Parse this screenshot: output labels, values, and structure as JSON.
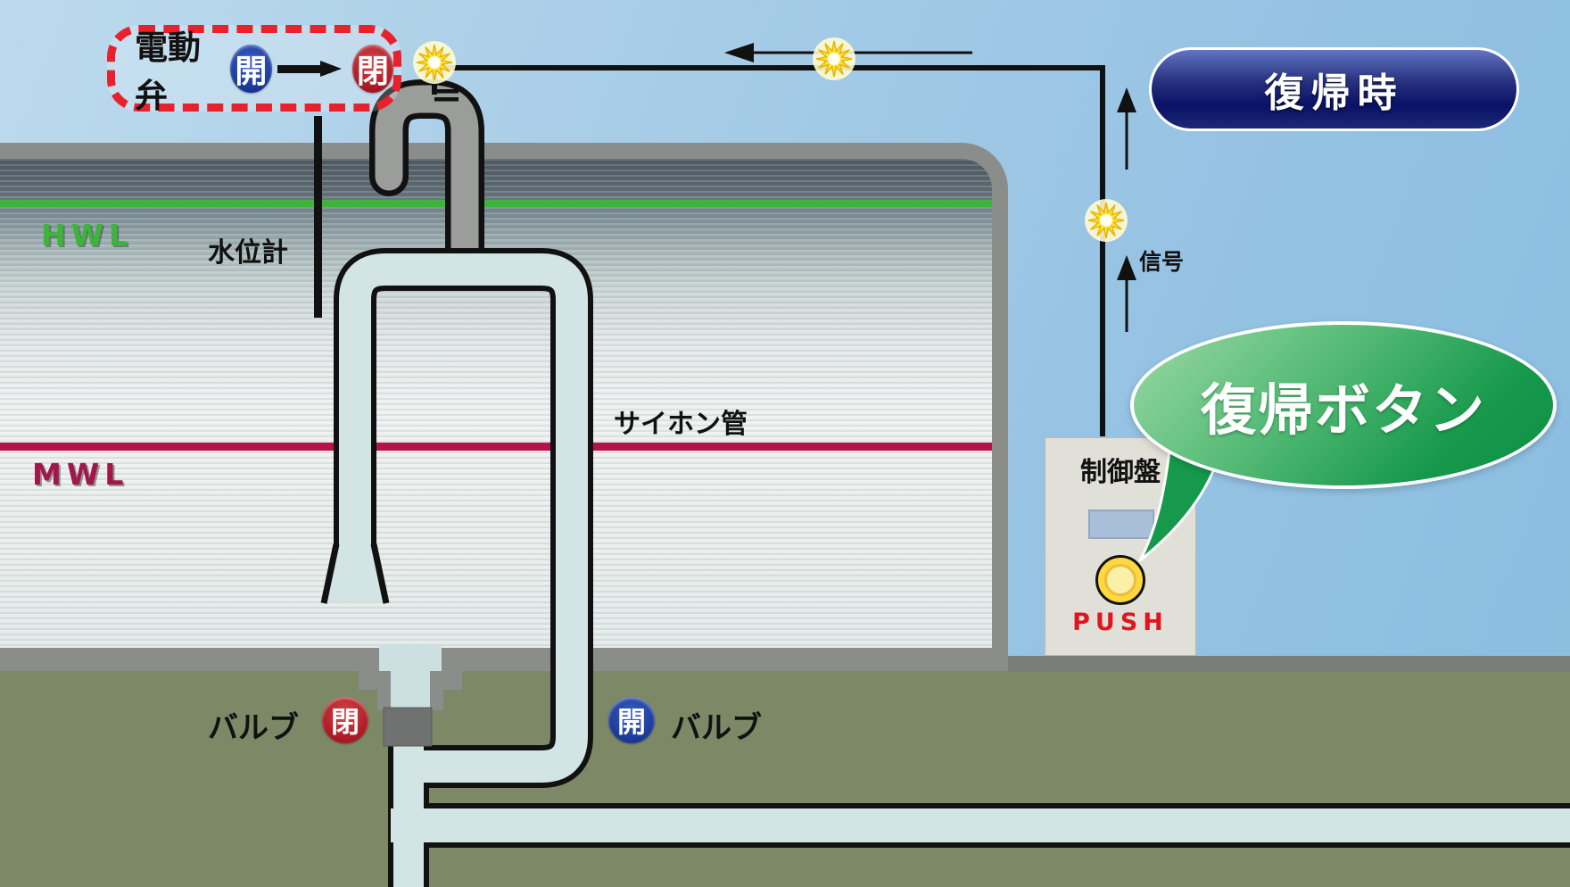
{
  "callout": {
    "label": "電動弁",
    "state_open": "開",
    "state_closed": "閉"
  },
  "mode_badge": {
    "label": "復帰時"
  },
  "tank": {
    "hwl_label": "HWL",
    "mwl_label": "MWL",
    "gauge_label": "水位計",
    "siphon_label": "サイホン管"
  },
  "signal": {
    "label": "信号"
  },
  "panel": {
    "title": "制御盤",
    "button_label": "PUSH"
  },
  "bubble": {
    "label": "復帰ボタン"
  },
  "valve_left": {
    "name": "バルブ",
    "state": "閉"
  },
  "valve_right": {
    "name": "バルブ",
    "state": "開"
  },
  "colors": {
    "hwl_green": "#3cb53a",
    "mwl_crimson": "#b8124a",
    "open_blue": "#1c3c9e",
    "closed_red": "#b01b26",
    "callout_dash_red": "#e8212c",
    "bubble_green": "#17994c",
    "pill_navy": "#0a1166",
    "pipe_fill": "#d2e4e4",
    "spark_yellow": "#ffe13a",
    "push_red": "#e0161f"
  }
}
